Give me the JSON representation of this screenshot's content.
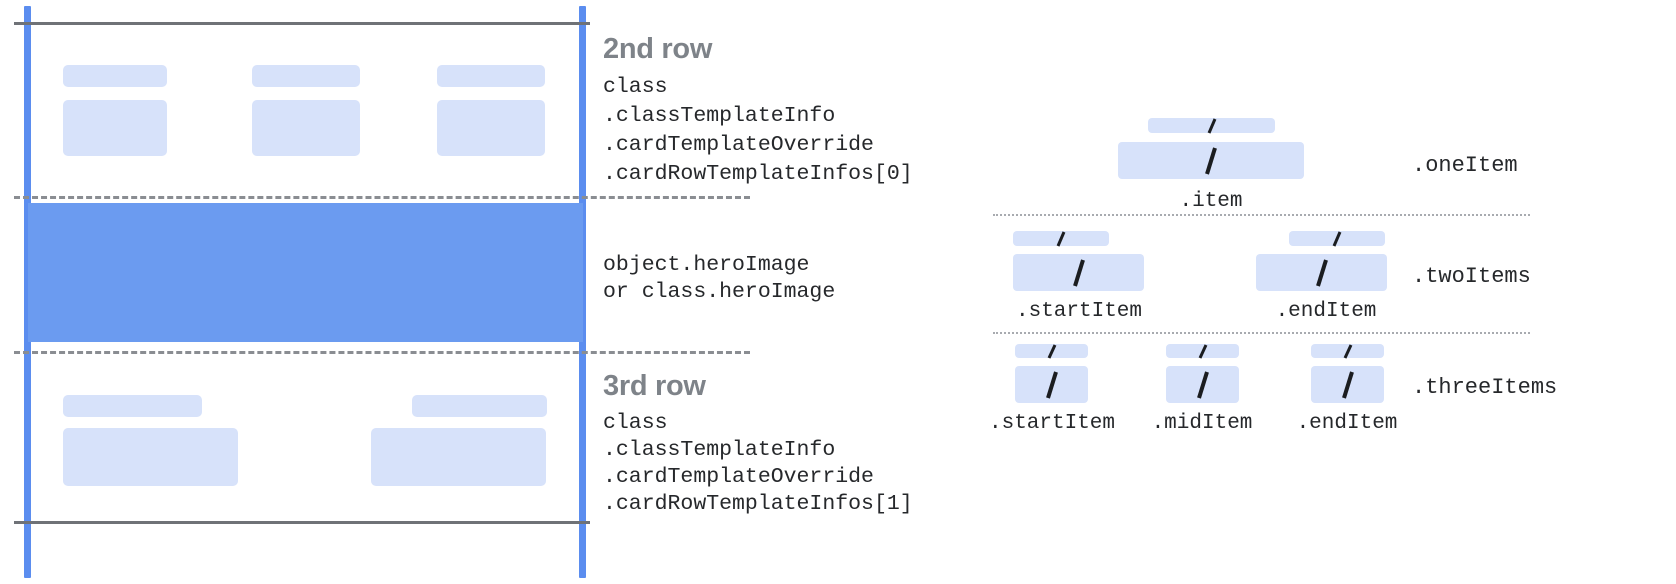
{
  "colors": {
    "rail": "#5b8def",
    "hero": "#6b9bf0",
    "chip": "#d7e2fa",
    "solid_rule": "#6f7277",
    "dashed_rule": "#8a8d92",
    "dotted_rule": "#a8abb0",
    "row_title": "#7e8389",
    "code_text": "#26282b"
  },
  "left_panel": {
    "rows": [
      {
        "title": "2nd row",
        "code_lines": [
          "class",
          ".classTemplateInfo",
          ".cardTemplateOverride",
          ".cardRowTemplateInfos[0]"
        ]
      },
      {
        "title": "",
        "code_lines": [
          "object.heroImage",
          "or class.heroImage"
        ]
      },
      {
        "title": "3rd row",
        "code_lines": [
          "class",
          ".classTemplateInfo",
          ".cardTemplateOverride",
          ".cardRowTemplateInfos[1]"
        ]
      }
    ]
  },
  "right_panel": {
    "groups": [
      {
        "name": ".oneItem",
        "items": [
          {
            "caption": ".item"
          }
        ]
      },
      {
        "name": ".twoItems",
        "items": [
          {
            "caption": ".startItem"
          },
          {
            "caption": ".endItem"
          }
        ]
      },
      {
        "name": ".threeItems",
        "items": [
          {
            "caption": ".startItem"
          },
          {
            "caption": ".midItem"
          },
          {
            "caption": ".endItem"
          }
        ]
      }
    ]
  }
}
